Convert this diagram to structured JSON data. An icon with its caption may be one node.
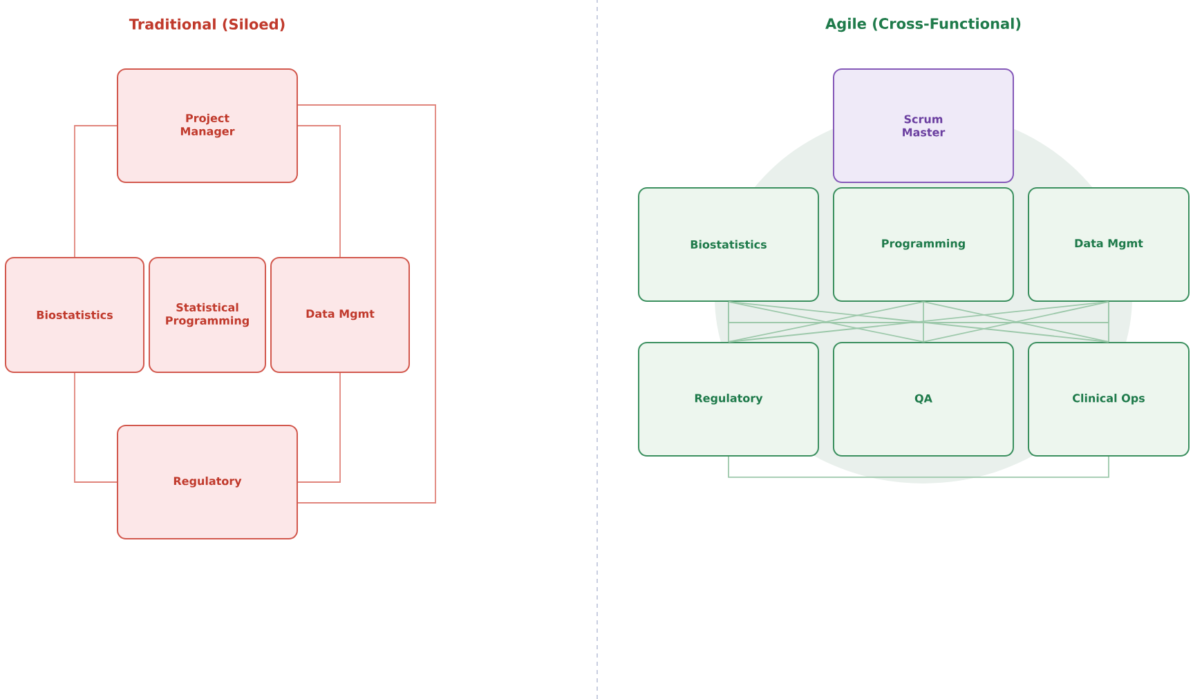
{
  "diagram": {
    "nodes": [
      {
        "text": [
          "Project Manager"
        ]
      },
      {
        "text": [
          "Biostatistics"
        ]
      },
      {
        "text": [
          "Statistical Programming"
        ]
      },
      {
        "text": [
          "Data Mgmt"
        ]
      },
      {
        "text": [
          "Regulatory"
        ]
      },
      {
        "text": [
          "Scrum Master"
        ]
      },
      {
        "text": [
          "Biostatistics"
        ]
      },
      {
        "text": [
          "Programming"
        ]
      },
      {
        "text": [
          "Data Mgmt"
        ]
      },
      {
        "text": [
          "Regulatory"
        ]
      },
      {
        "text": [
          "QA"
        ]
      },
      {
        "text": [
          "Clinical Ops"
        ]
      }
    ],
    "edges": [
      {
        "from": 0,
        "to": 1,
        "arrow": "none",
        "color": "#e0837a"
      },
      {
        "from": 0,
        "to": 3,
        "arrow": "none",
        "color": "#e0837a"
      },
      {
        "from": 0,
        "to": 4,
        "arrow": "none",
        "color": "#e0837a"
      },
      {
        "from": 1,
        "to": 4,
        "arrow": "none",
        "color": "#e0837a"
      },
      {
        "from": 3,
        "to": 4,
        "arrow": "none",
        "color": "#e0837a"
      },
      {
        "from": 6,
        "to": 8,
        "arrow": "none"
      },
      {
        "from": 6,
        "to": 9,
        "arrow": "none"
      },
      {
        "from": 6,
        "to": 10,
        "arrow": "none"
      },
      {
        "from": 6,
        "to": 11,
        "arrow": "none"
      },
      {
        "from": 7,
        "to": 9,
        "arrow": "none"
      },
      {
        "from": 7,
        "to": 10,
        "arrow": "none"
      },
      {
        "from": 7,
        "to": 11,
        "arrow": "none"
      },
      {
        "from": 8,
        "to": 9,
        "arrow": "none"
      },
      {
        "from": 8,
        "to": 10,
        "arrow": "none"
      },
      {
        "from": 8,
        "to": 11,
        "arrow": "none"
      },
      {
        "from": 9,
        "to": 11,
        "arrow": "none"
      }
    ],
    "labels": [
      "Traditional (Siloed)",
      "Agile (Cross-Functional)"
    ]
  }
}
